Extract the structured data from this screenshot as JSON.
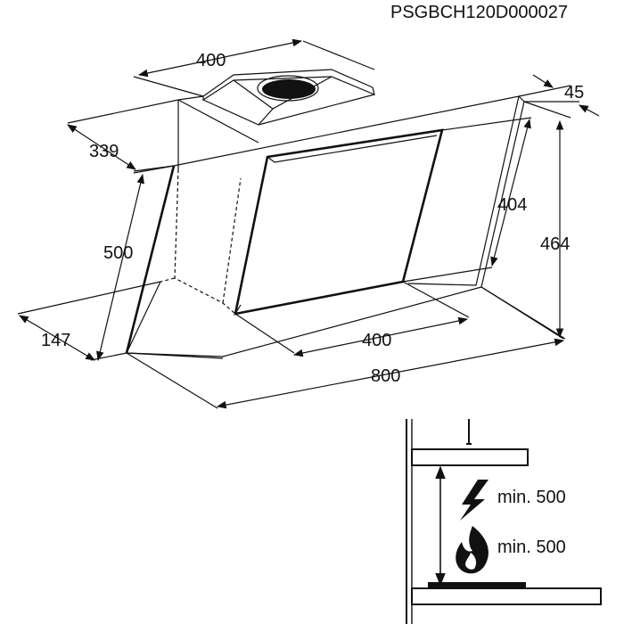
{
  "drawing_code": "PSGBCH120D000027",
  "dimensions": {
    "top_width": "400",
    "depth": "339",
    "top_offset": "45",
    "glass_height": "404",
    "total_height": "464",
    "side_height": "500",
    "bottom_depth": "147",
    "panel_width": "400",
    "total_width": "800"
  },
  "clearances": {
    "electric": "min. 500",
    "gas": "min. 500"
  },
  "icons": {
    "electric": "lightning-icon",
    "gas": "flame-icon"
  }
}
